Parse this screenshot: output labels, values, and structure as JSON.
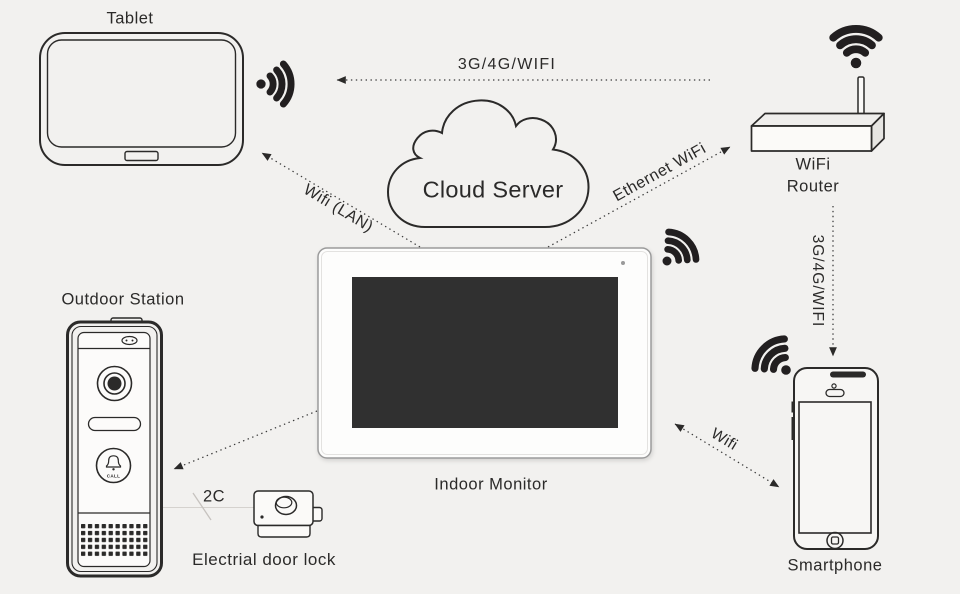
{
  "colors": {
    "background": "#f2f1ef",
    "ink": "#2b2a29",
    "screen": "#303030",
    "wire_gray": "#cfccc8"
  },
  "icons": {
    "wifi_icon": "dot-with-three-radiating-arcs"
  },
  "devices": {
    "tablet": {
      "label": "Tablet"
    },
    "cloud": {
      "label": "Cloud Server"
    },
    "router": {
      "label_line1": "WiFi",
      "label_line2": "Router"
    },
    "outdoor_station": {
      "label": "Outdoor Station",
      "call_button": "CALL"
    },
    "indoor_monitor": {
      "label": "Indoor Monitor"
    },
    "door_lock": {
      "label": "Electrial door lock"
    },
    "smartphone": {
      "label": "Smartphone"
    }
  },
  "connections": {
    "router_to_tablet": {
      "label": "3G/4G/WIFI",
      "style": "dotted-arrow-left"
    },
    "tablet_to_monitor": {
      "label": "Wifi (LAN)",
      "style": "dotted-arrow-to-tablet"
    },
    "monitor_to_router": {
      "label": "Ethernet WiFi",
      "style": "dotted-arrow-to-router"
    },
    "router_to_smartphone": {
      "label": "3G/4G/WIFI",
      "style": "dotted-arrow-down"
    },
    "monitor_to_smartphone": {
      "label": "Wifi",
      "style": "dotted-double-arrow"
    },
    "monitor_to_station": {
      "label": "",
      "style": "dotted-arrow-to-station"
    },
    "station_to_lock": {
      "label": "2C",
      "style": "thin-wire-with-slash"
    }
  }
}
